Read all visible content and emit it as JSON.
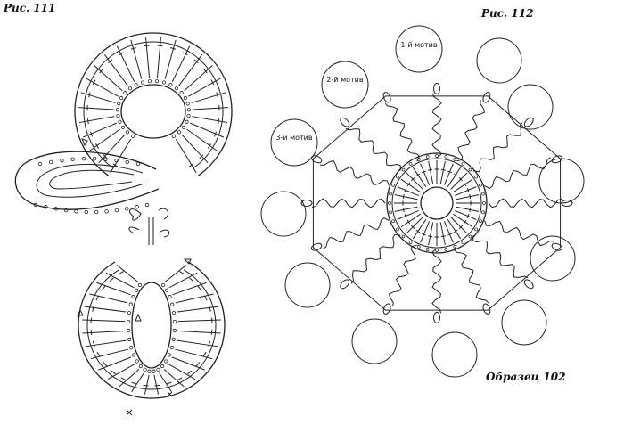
{
  "figure_111": {
    "caption": "Рис. 111"
  },
  "figure_112": {
    "caption": "Рис. 112",
    "motif_labels": [
      "1-й мотив",
      "2-й мотив",
      "3-й мотив"
    ]
  },
  "sample_caption": "Образец 102",
  "colors": {
    "line": "#222222",
    "background": "#ffffff"
  },
  "icons": [
    "cross-mark-icon",
    "direction-arrow-icon"
  ]
}
